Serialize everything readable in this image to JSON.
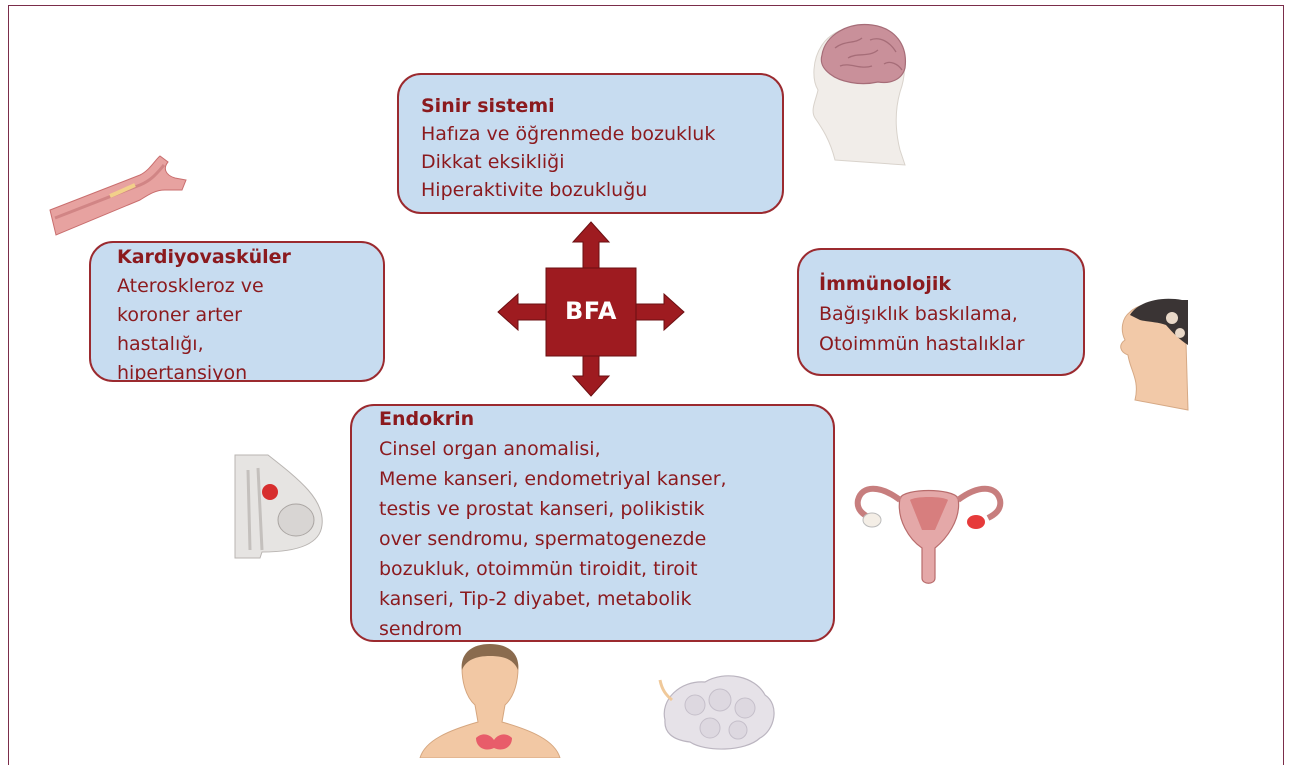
{
  "center": {
    "label": "BFA"
  },
  "colors": {
    "box_fill": "#c7dcf0",
    "box_border": "#9b2a2f",
    "text": "#8b1a1e",
    "arrow": "#9e1b20"
  },
  "boxes": {
    "sinir": {
      "title": "Sinir sistemi",
      "lines": [
        "Hafıza ve öğrenmede bozukluk",
        "Dikkat eksikliği",
        "Hiperaktivite bozukluğu"
      ]
    },
    "kardiyo": {
      "title": "Kardiyovasküler",
      "lines": [
        "Ateroskleroz ve",
        "koroner arter",
        "hastalığı,",
        "hipertansiyon"
      ]
    },
    "immuno": {
      "title": "İmmünolojik",
      "lines": [
        "Bağışıklık baskılama,",
        "Otoimmün hastalıklar"
      ]
    },
    "endo": {
      "title": "Endokrin",
      "lines": [
        "Cinsel organ anomalisi,",
        "Meme kanseri, endometriyal kanser,",
        "testis ve prostat kanseri, polikistik",
        "over sendromu, spermatogenezde",
        "bozukluk, otoimmün tiroidit, tiroit",
        "kanseri, Tip-2 diyabet, metabolik",
        "sendrom"
      ]
    }
  },
  "illustrations": [
    "brain-head-icon",
    "blood-vessel-icon",
    "head-profile-icon",
    "breast-icon",
    "uterus-icon",
    "thyroid-man-icon",
    "pancreas-icon"
  ]
}
